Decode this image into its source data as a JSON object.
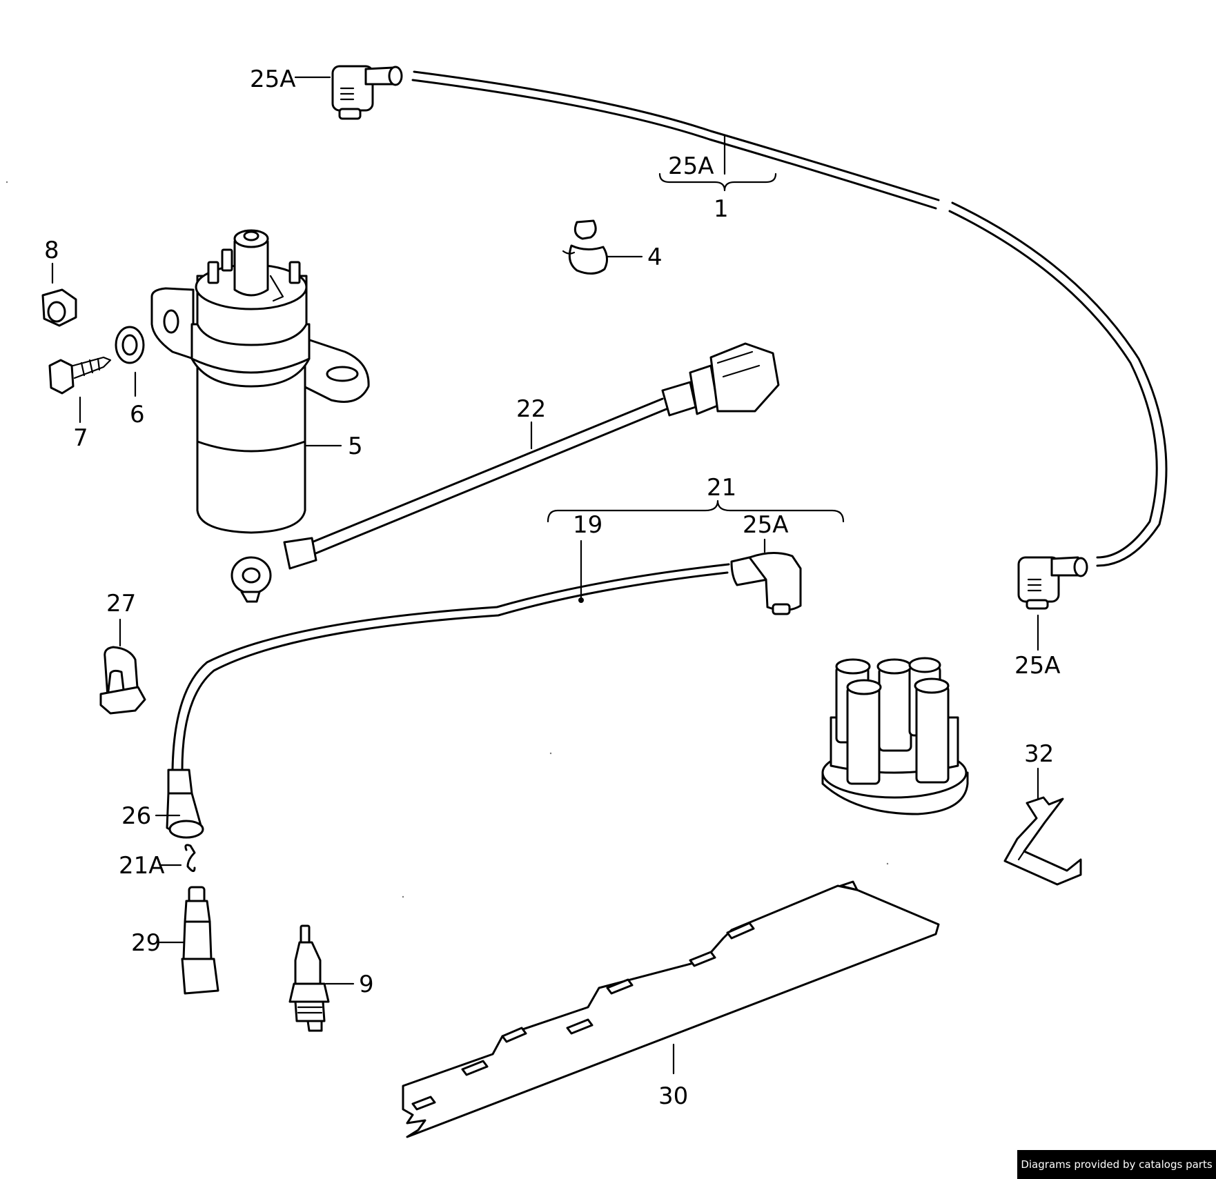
{
  "diagram": {
    "labels": {
      "p25a_top": "25A",
      "p25a_bracket": "25A",
      "p1": "1",
      "p4": "4",
      "p8": "8",
      "p6": "6",
      "p7": "7",
      "p5": "5",
      "p22": "22",
      "p21": "21",
      "p19": "19",
      "p25a_mid": "25A",
      "p25a_right": "25A",
      "p27": "27",
      "p26": "26",
      "p21a": "21A",
      "p29": "29",
      "p9": "9",
      "p32": "32",
      "p30": "30"
    }
  },
  "credit": "Diagrams provided by catalogs parts"
}
